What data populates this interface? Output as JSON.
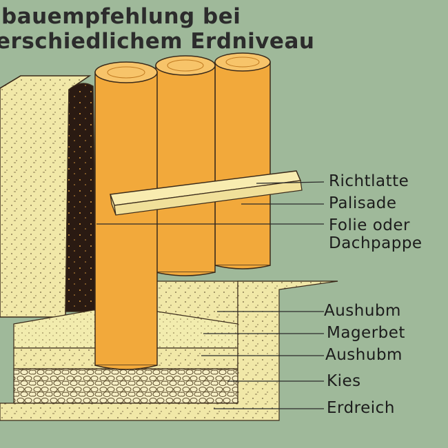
{
  "title": {
    "line1": "bauempfehlung bei",
    "line2": "erschiedlichem Erdniveau"
  },
  "labels": {
    "richtlatte": "Richtlatte",
    "palisade": "Palisade",
    "folie_line1": "Folie oder",
    "folie_line2": "Dachpappe",
    "aushub_1": "Aushubm",
    "magerbeton": "Magerbet",
    "aushub_2": "Aushubm",
    "kies": "Kies",
    "erdreich": "Erdreich"
  },
  "colors": {
    "background": "#9fb99a",
    "palisade": "#f2a93b",
    "sand": "#f1e8a8",
    "dark_soil": "#2a1a12",
    "gravel": "#f6efc6",
    "outline": "#3a2a1a"
  }
}
